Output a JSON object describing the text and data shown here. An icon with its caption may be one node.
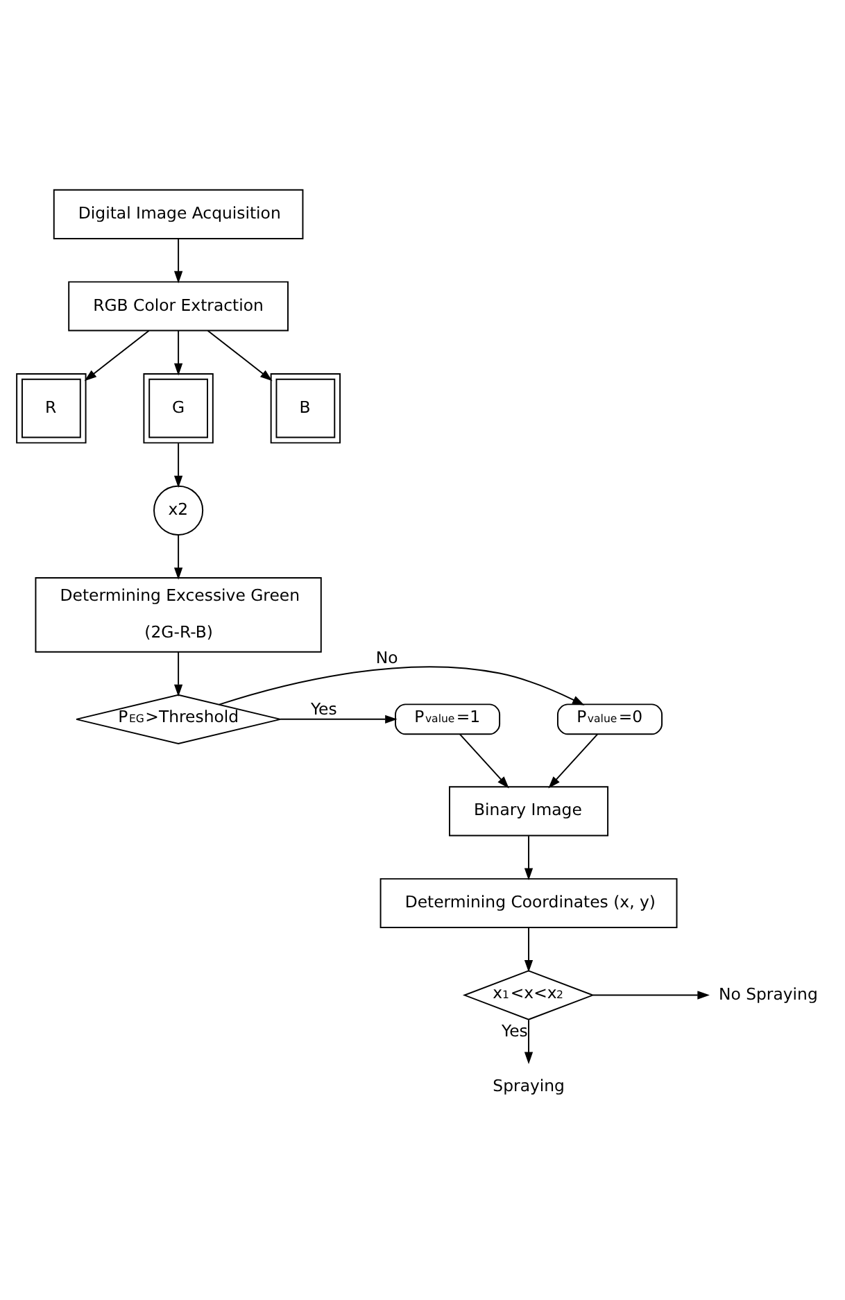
{
  "diagram": {
    "nodes": [
      {
        "text": [
          "Digital Image Acquisition"
        ]
      },
      {
        "text": [
          "RGB Color Extraction"
        ]
      },
      {
        "text": [
          "R"
        ]
      },
      {
        "text": [
          "G"
        ]
      },
      {
        "text": [
          "B"
        ]
      },
      {
        "text": [
          "x2"
        ]
      },
      {
        "text": [
          "Determining Excessive Green",
          "(2G-R-B)"
        ]
      },
      {
        "text": [
          "P$_{EG}$>Threshold"
        ]
      },
      {
        "text": [
          "P$_{value}$=0"
        ]
      },
      {
        "text": [
          "P$_{value}$=1"
        ]
      },
      {
        "text": [
          "Binary Image"
        ]
      },
      {
        "text": [
          "Determining Coordinates (x, y)"
        ]
      },
      {
        "text": [
          "x$_{1}$<x<x$_{2}$"
        ]
      },
      {
        "text": [
          "No Spraying"
        ]
      },
      {
        "text": [
          "Spraying"
        ]
      }
    ],
    "edges": [
      {
        "from": 0,
        "to": 1,
        "arrow": "to"
      },
      {
        "from": 1,
        "to": 2,
        "arrow": "to"
      },
      {
        "from": 1,
        "to": 3,
        "arrow": "to"
      },
      {
        "from": 1,
        "to": 4,
        "arrow": "to"
      },
      {
        "from": 3,
        "to": 5,
        "arrow": "to"
      },
      {
        "from": 5,
        "to": 6,
        "arrow": "to"
      },
      {
        "from": 6,
        "to": 7,
        "arrow": "to"
      },
      {
        "from": 7,
        "to": 8,
        "label": "No",
        "arrow": "to"
      },
      {
        "from": 7,
        "to": 9,
        "label": "Yes",
        "arrow": "to"
      },
      {
        "from": 8,
        "to": 10,
        "arrow": "to"
      },
      {
        "from": 9,
        "to": 10,
        "arrow": "to"
      },
      {
        "from": 10,
        "to": 11,
        "arrow": "to"
      },
      {
        "from": 11,
        "to": 12,
        "arrow": "to"
      },
      {
        "from": 12,
        "to": 13,
        "arrow": "to"
      },
      {
        "from": 12,
        "to": 14,
        "label": "Yes",
        "arrow": "to"
      }
    ]
  }
}
